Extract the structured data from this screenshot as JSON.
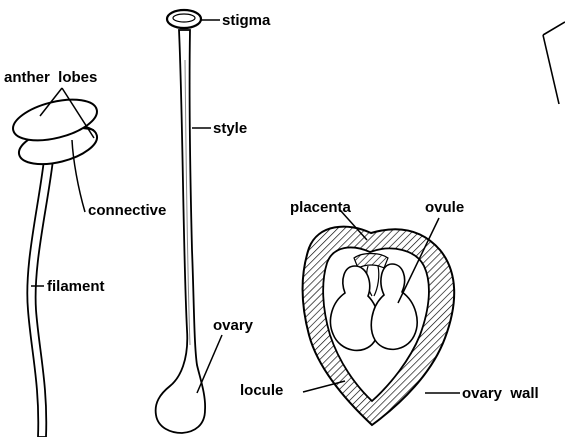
{
  "labels": {
    "anther_lobes": "anther  lobes",
    "connective": "connective",
    "filament": "filament",
    "stigma": "stigma",
    "style": "style",
    "ovary_pistil": "ovary",
    "placenta": "placenta",
    "ovule": "ovule",
    "locule": "locule",
    "ovary_wall": "ovary  wall"
  }
}
